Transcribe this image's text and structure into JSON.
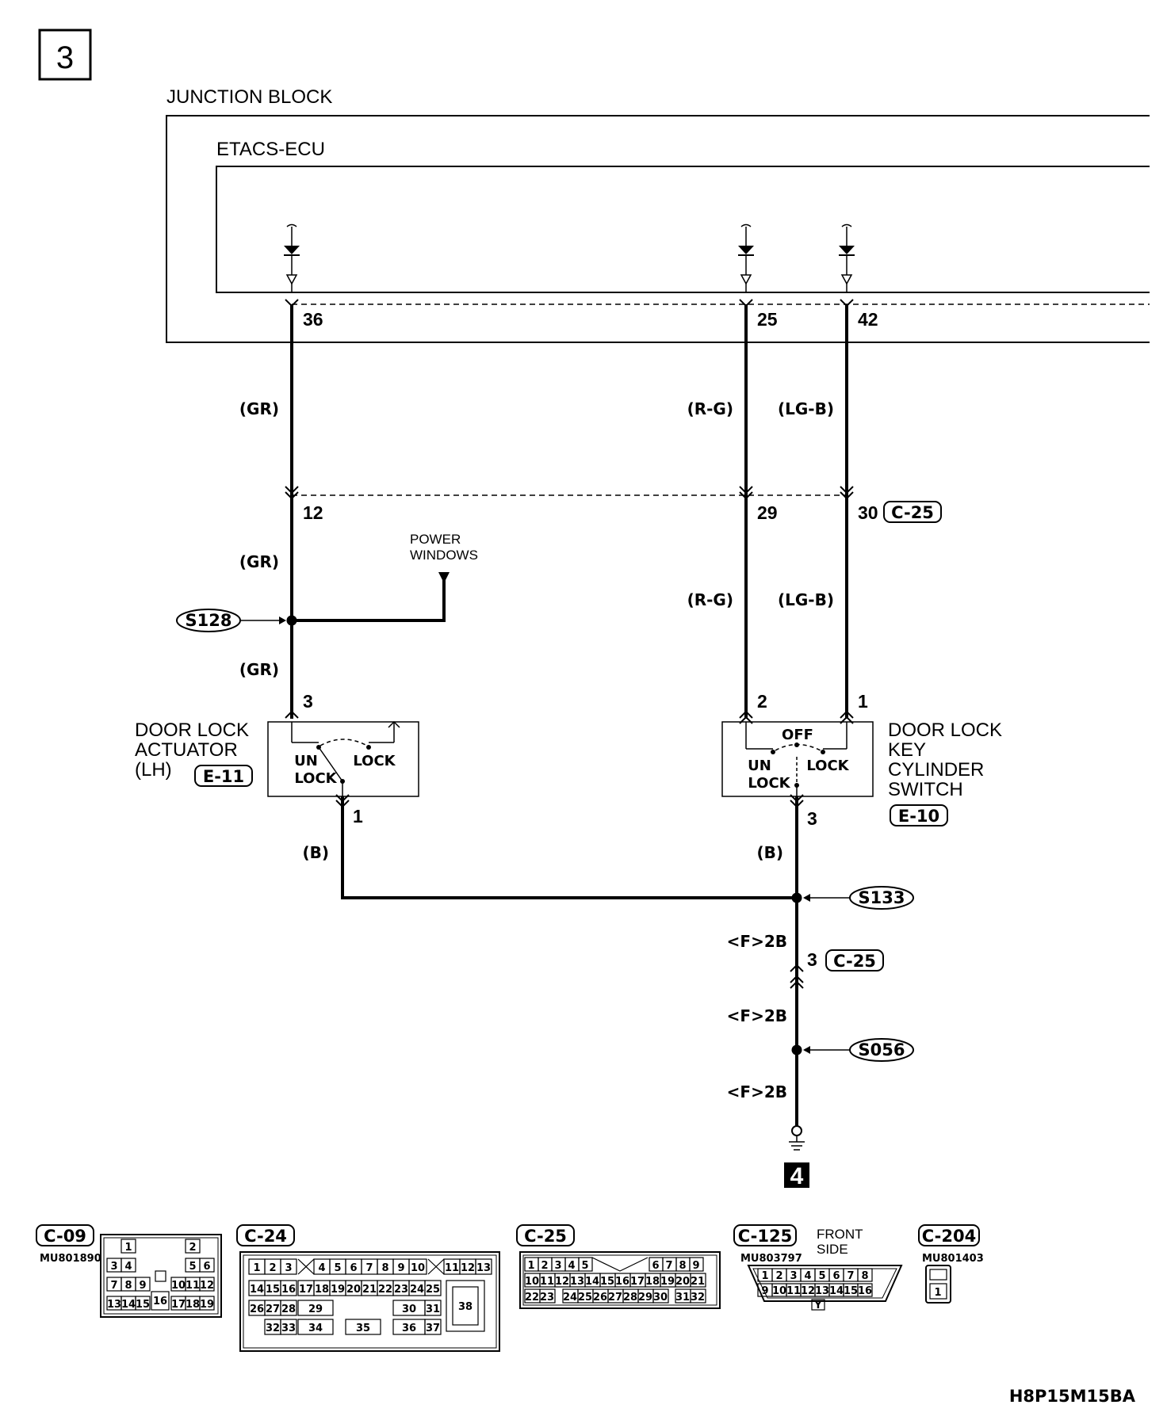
{
  "page_number": "3",
  "next_page": "4",
  "figure_code": "H8P15M15BA",
  "junction_block": {
    "label": "JUNCTION BLOCK",
    "ecu_label": "ETACS-ECU"
  },
  "ecu_terminals": [
    "36",
    "25",
    "42"
  ],
  "wire_colors": {
    "gr": "(GR)",
    "rg": "(R-G)",
    "lgb": "(LG-B)",
    "b": "(B)",
    "f2b": "<F>2B"
  },
  "inline_connector": {
    "pins": [
      "12",
      "29",
      "30"
    ],
    "code": "C-25",
    "ground_pin": "3"
  },
  "power_windows": "POWER WINDOWS",
  "splices": [
    "S128",
    "S133",
    "S056"
  ],
  "actuator": {
    "title_lines": [
      "DOOR LOCK",
      "ACTUATOR",
      "(LH)"
    ],
    "code": "E-11",
    "pins": [
      "3",
      "1"
    ],
    "unlock_lines": [
      "UN",
      "LOCK"
    ],
    "lock": "LOCK"
  },
  "key_switch": {
    "title_lines": [
      "DOOR LOCK",
      "KEY",
      "CYLINDER",
      "SWITCH"
    ],
    "code": "E-10",
    "pins": [
      "2",
      "1",
      "3"
    ],
    "off": "OFF",
    "unlock_lines": [
      "UN",
      "LOCK"
    ],
    "lock": "LOCK"
  },
  "connectors": [
    {
      "code": "C-09",
      "part": "MU801890",
      "rows": [
        [
          "1",
          "2"
        ],
        [
          "3",
          "4",
          "5",
          "6"
        ],
        [
          "7",
          "8",
          "9",
          "10",
          "11",
          "12"
        ],
        [
          "13",
          "14",
          "15",
          "16",
          "17",
          "18",
          "19"
        ]
      ]
    },
    {
      "code": "C-24",
      "part": "",
      "rows": [
        [
          "1",
          "2",
          "3",
          "4",
          "5",
          "6",
          "7",
          "8",
          "9",
          "10",
          "11",
          "12",
          "13"
        ],
        [
          "14",
          "15",
          "16",
          "17",
          "18",
          "19",
          "20",
          "21",
          "22",
          "23",
          "24",
          "25"
        ],
        [
          "26",
          "27",
          "28",
          "29",
          "30",
          "31"
        ],
        [
          "32",
          "33",
          "34",
          "35",
          "36",
          "37"
        ],
        [
          "38"
        ]
      ]
    },
    {
      "code": "C-25",
      "part": "",
      "rows": [
        [
          "1",
          "2",
          "3",
          "4",
          "5",
          "6",
          "7",
          "8",
          "9"
        ],
        [
          "10",
          "11",
          "12",
          "13",
          "14",
          "15",
          "16",
          "17",
          "18",
          "19",
          "20",
          "21"
        ],
        [
          "22",
          "23",
          "24",
          "25",
          "26",
          "27",
          "28",
          "29",
          "30",
          "31",
          "32"
        ]
      ]
    },
    {
      "code": "C-125",
      "part": "MU803797",
      "note_lines": [
        "FRONT",
        "SIDE"
      ],
      "key": "Y",
      "rows": [
        [
          "1",
          "2",
          "3",
          "4",
          "5",
          "6",
          "7",
          "8"
        ],
        [
          "9",
          "10",
          "11",
          "12",
          "13",
          "14",
          "15",
          "16"
        ]
      ]
    },
    {
      "code": "C-204",
      "part": "MU801403",
      "rows": [
        [
          "1"
        ]
      ]
    }
  ]
}
